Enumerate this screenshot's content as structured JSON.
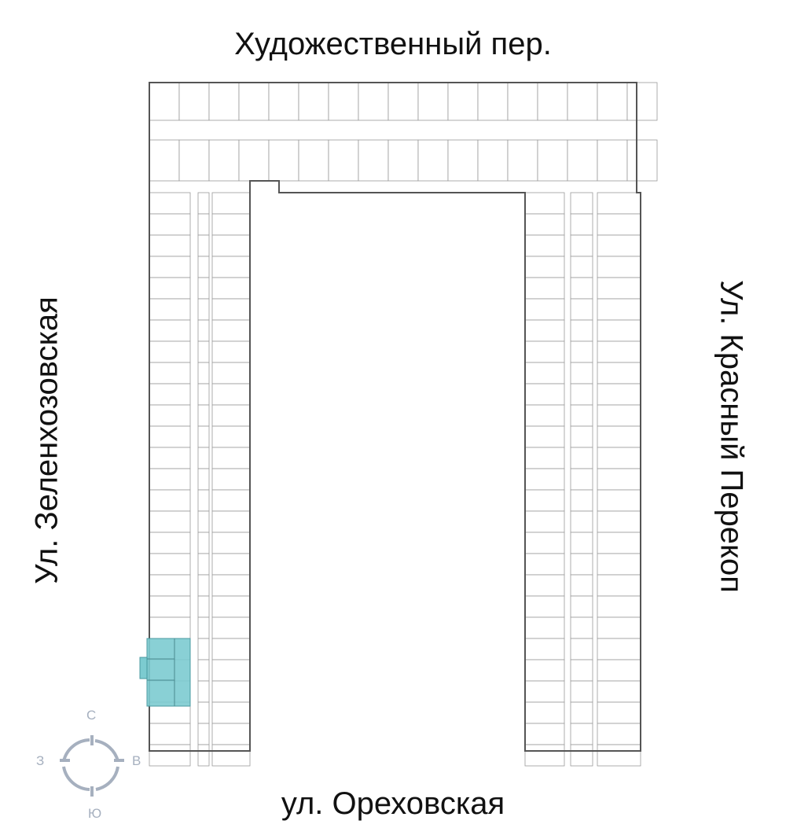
{
  "streets": {
    "top": "Художественный пер.",
    "bottom": "ул. Ореховская",
    "left": "Ул. Зеленхозовская",
    "right": "Ул. Красный Перекоп"
  },
  "compass": {
    "north": "С",
    "south": "Ю",
    "west": "З",
    "east": "В",
    "color": "#a6b0bf"
  },
  "highlight": {
    "label": "selected-apartment",
    "color": "#7ccbd0"
  },
  "colors": {
    "wall": "#555555",
    "room_line": "#9a9a9a"
  }
}
